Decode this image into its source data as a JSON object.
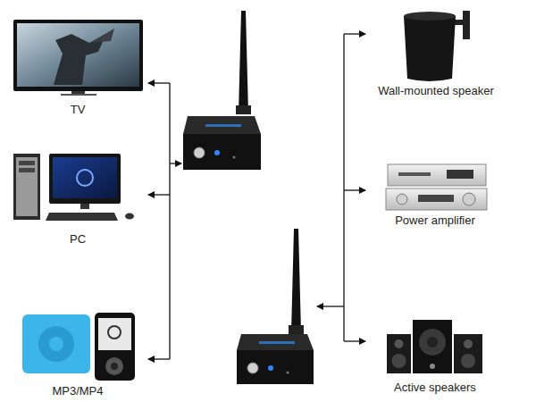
{
  "diagram": {
    "nodes": [
      {
        "text": [
          "TV"
        ]
      },
      {
        "text": [
          "Wall-mounted speaker"
        ]
      },
      {
        "text": [
          "PC"
        ]
      },
      {
        "text": [
          "Power amplifier"
        ]
      },
      {
        "text": [
          "MP3/MP4"
        ]
      },
      {
        "text": [
          "Active speakers"
        ]
      }
    ]
  }
}
